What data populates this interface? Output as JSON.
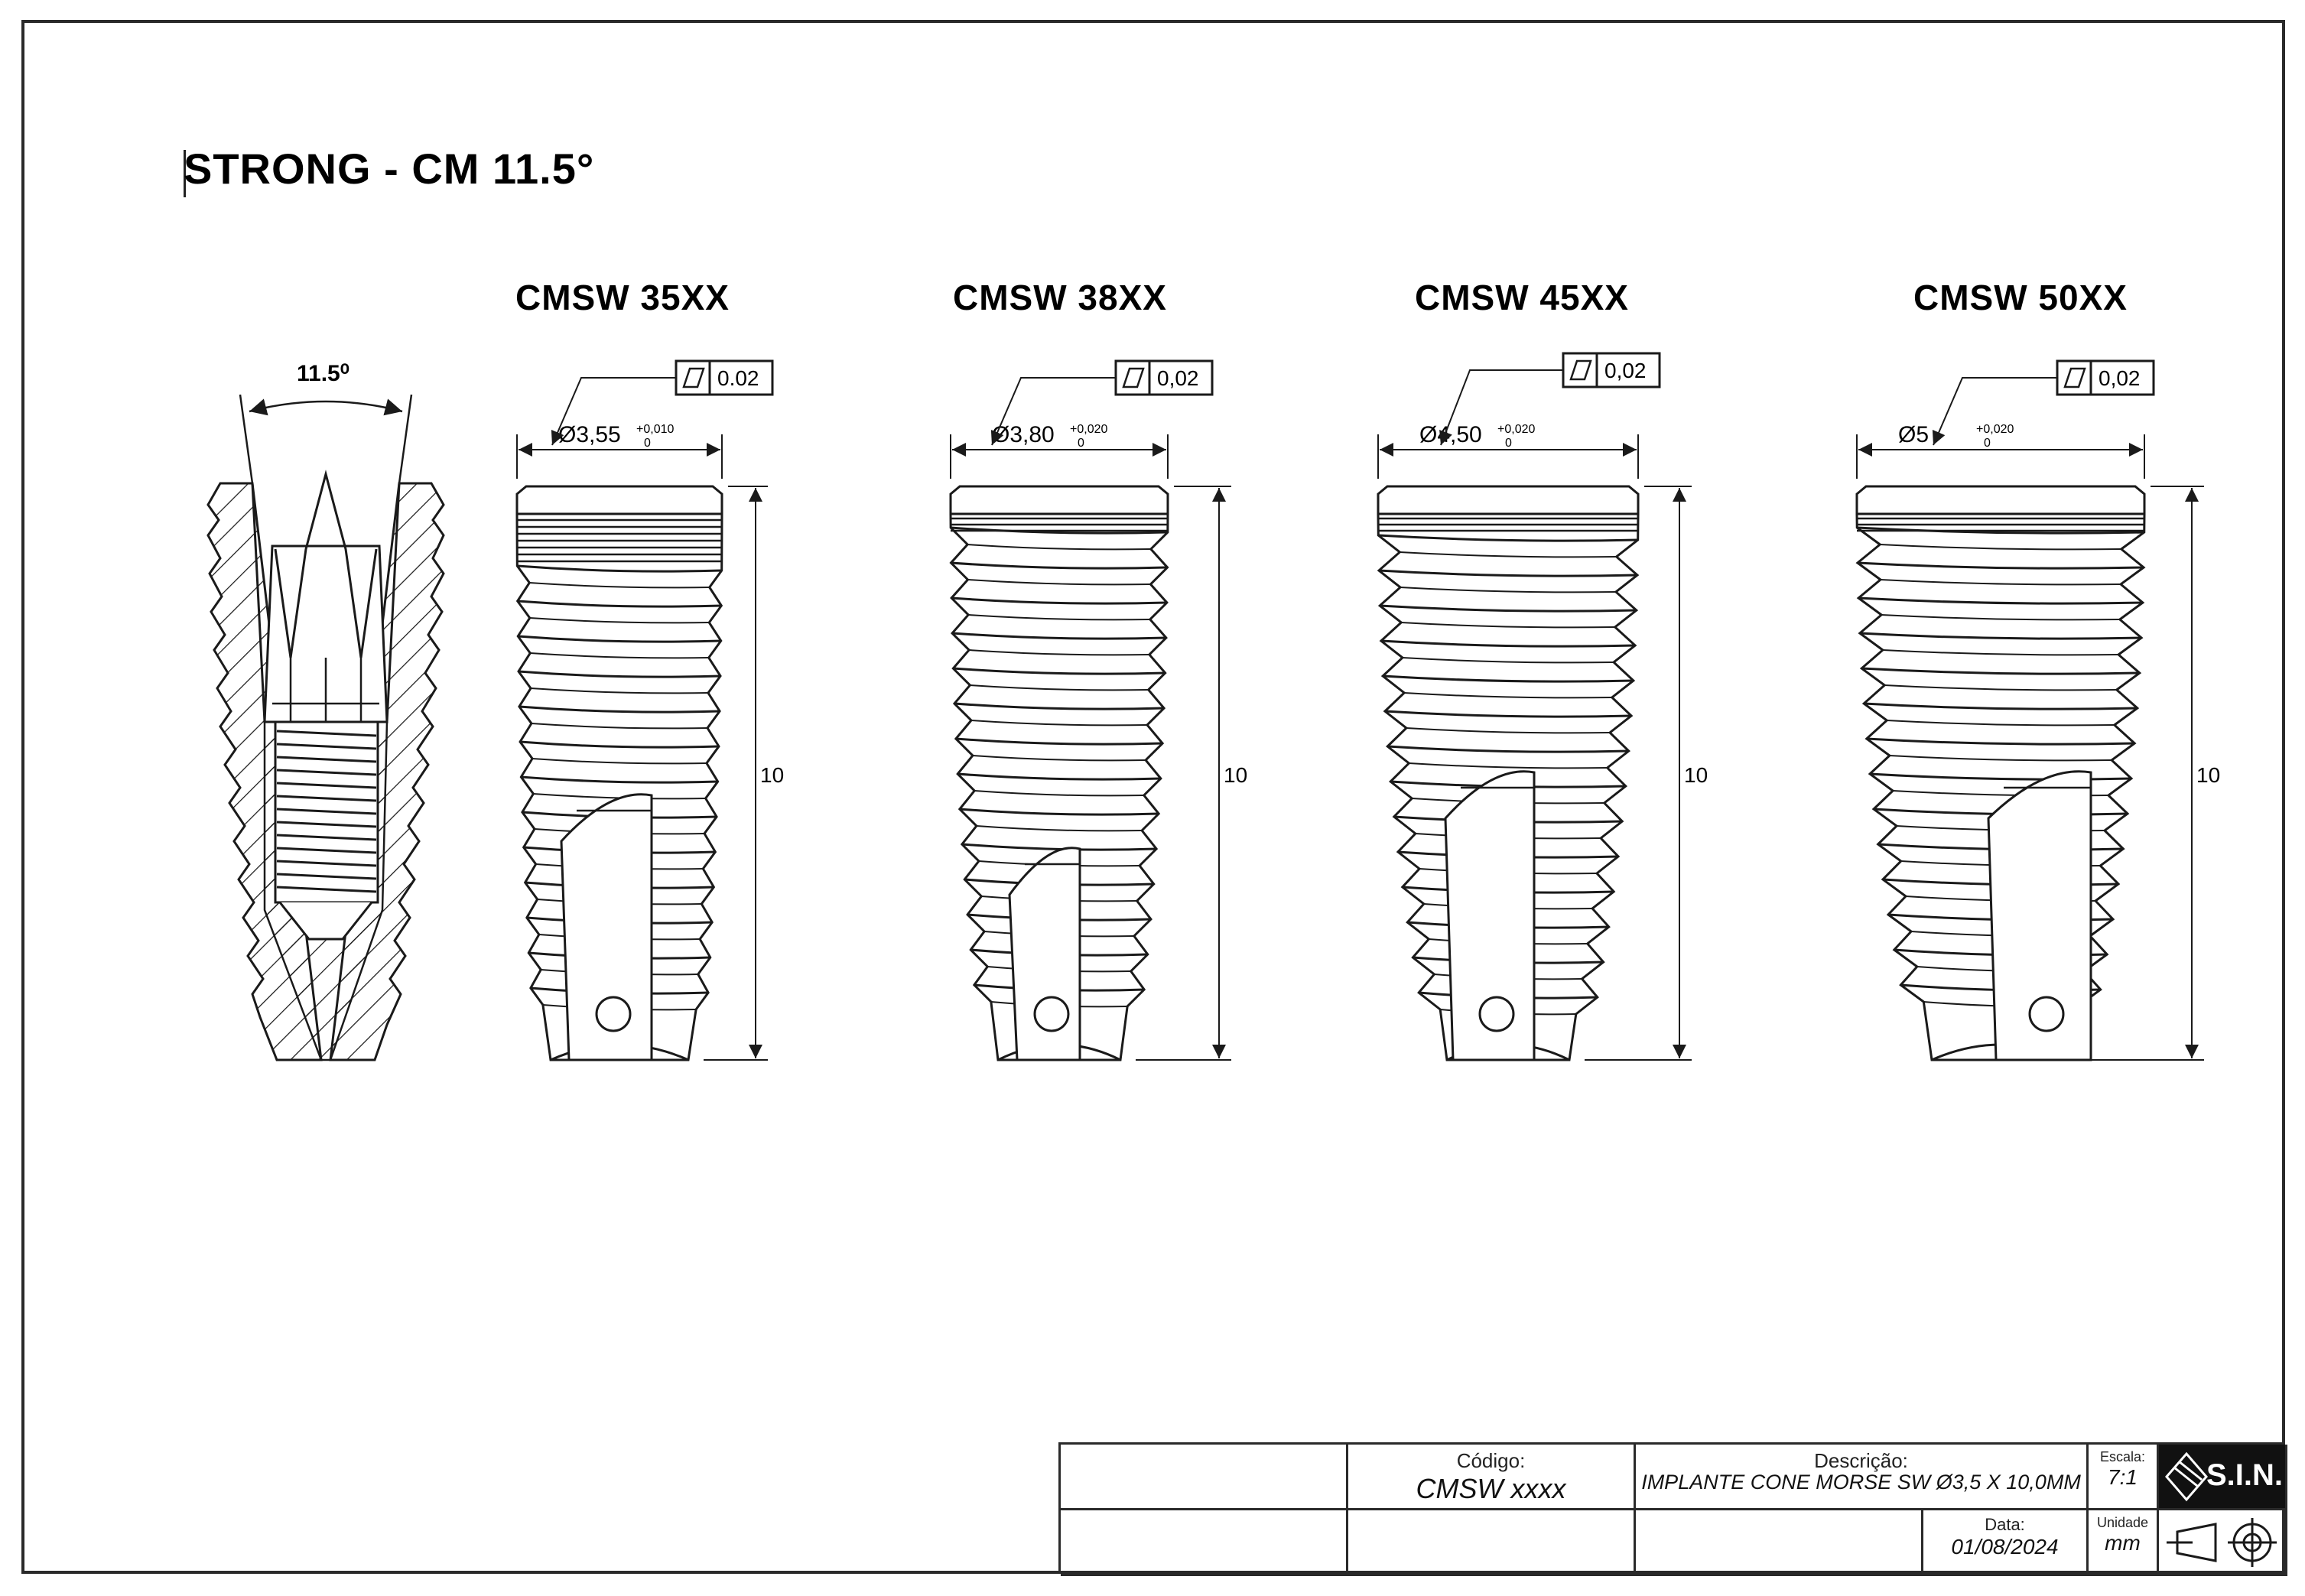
{
  "page": {
    "main_title": "STRONG - CM 11.5°"
  },
  "cross_section": {
    "angle_label": "11.5⁰"
  },
  "models": [
    {
      "title": "CMSW 35XX",
      "diameter_label": "Ø3,55",
      "tol_upper": "+0,010",
      "tol_lower": "0",
      "flatness_value": "0.02",
      "length_label": "10"
    },
    {
      "title": "CMSW 38XX",
      "diameter_label": "Ø3,80",
      "tol_upper": "+0,020",
      "tol_lower": "0",
      "flatness_value": "0,02",
      "length_label": "10"
    },
    {
      "title": "CMSW 45XX",
      "diameter_label": "Ø4,50",
      "tol_upper": "+0,020",
      "tol_lower": "0",
      "flatness_value": "0,02",
      "length_label": "10"
    },
    {
      "title": "CMSW 50XX",
      "diameter_label": "Ø5",
      "tol_upper": "+0,020",
      "tol_lower": "0",
      "flatness_value": "0,02",
      "length_label": "10"
    }
  ],
  "title_block": {
    "codigo_label": "Código:",
    "codigo_value": "CMSW xxxx",
    "descricao_label": "Descrição:",
    "descricao_value": "IMPLANTE CONE MORSE SW Ø3,5 X 10,0MM",
    "data_label": "Data:",
    "data_value": "01/08/2024",
    "escala_label": "Escala:",
    "escala_value": "7:1",
    "unidade_label": "Unidade",
    "unidade_value": "mm",
    "logo_text": "S.I.N."
  },
  "colors": {
    "line": "#1a1a1a",
    "border": "#2a2a2a",
    "logo_bg": "#111111"
  }
}
